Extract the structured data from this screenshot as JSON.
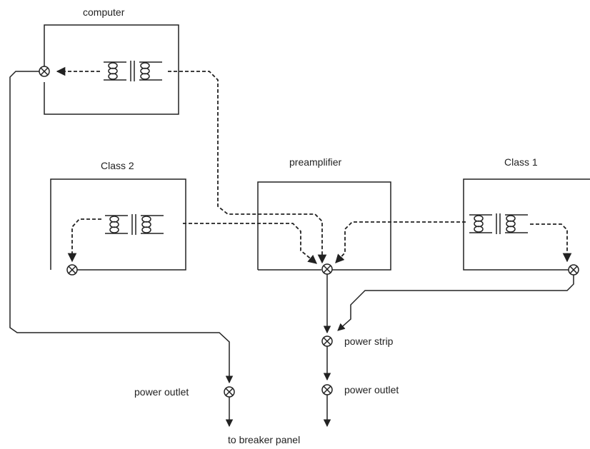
{
  "labels": {
    "computer": "computer",
    "class2": "Class 2",
    "preamplifier": "preamplifier",
    "class1": "Class 1",
    "power_strip": "power strip",
    "power_outlet_left": "power outlet",
    "power_outlet_right": "power outlet",
    "breaker": "to breaker panel"
  },
  "icons": {
    "ground_node": "circle-x-ground-icon",
    "transformer": "transformer-coil-icon"
  },
  "colors": {
    "line": "#222222",
    "background": "#ffffff"
  }
}
